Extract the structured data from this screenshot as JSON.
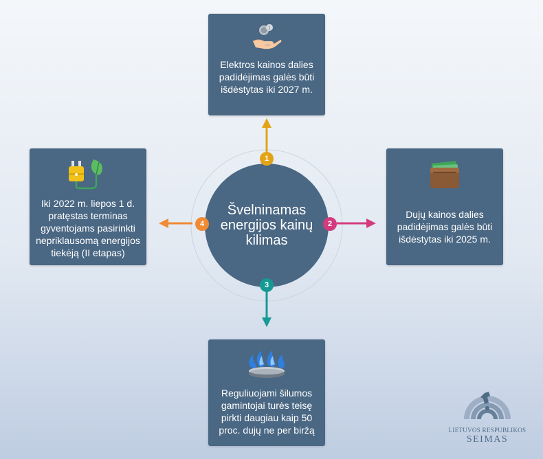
{
  "center": {
    "title": "Švelninamas\nenergijos kainų\nkilimas"
  },
  "steps": [
    {
      "number": "1",
      "color": "#e2a416",
      "text": "Elektros kainos dalies\npadidėjimas galės būti\nišdėstytas iki 2027 m.",
      "icon": "hand-coin-icon"
    },
    {
      "number": "2",
      "color": "#d23c7e",
      "text": "Dujų kainos dalies\npadidėjimas galės būti\nišdėstytas iki 2025 m.",
      "icon": "wallet-icon"
    },
    {
      "number": "3",
      "color": "#169a94",
      "text": "Reguliuojami šilumos\ngamintojai turės teisę\npirkti daugiau kaip 50\nproc. dujų ne per biržą",
      "icon": "gas-burner-icon"
    },
    {
      "number": "4",
      "color": "#ef8a35",
      "text": "Iki 2022 m. liepos 1 d.\npratęstas terminas\ngyventojams pasirinkti\nnepriklausomą energijos\ntiekėją (II etapas)",
      "icon": "plug-leaf-icon"
    }
  ],
  "logo": {
    "line1": "LIETUVOS RESPUBLIKOS",
    "line2": "SEIMAS",
    "icon": "seimas-emblem-icon"
  }
}
